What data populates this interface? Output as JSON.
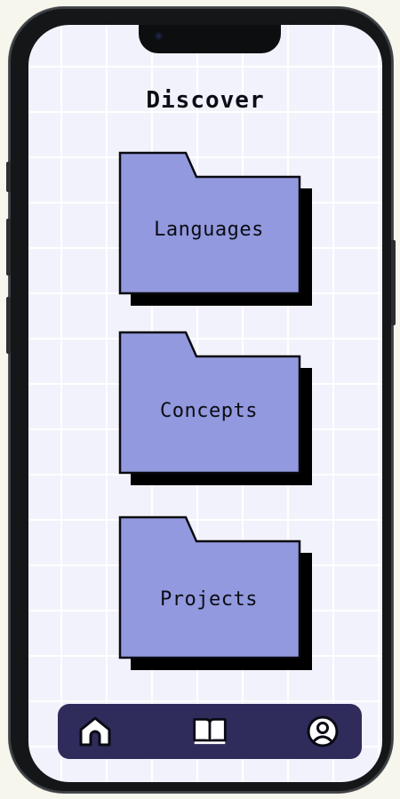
{
  "page": {
    "title": "Discover"
  },
  "folders": [
    {
      "label": "Languages"
    },
    {
      "label": "Concepts"
    },
    {
      "label": "Projects"
    }
  ],
  "nav": [
    {
      "icon": "home-icon"
    },
    {
      "icon": "book-icon"
    },
    {
      "icon": "profile-icon"
    }
  ],
  "colors": {
    "folder": "#9299de",
    "folder_shadow": "#000000",
    "navbar": "#2f2c5c",
    "grid_background": "#f2f2fc"
  }
}
